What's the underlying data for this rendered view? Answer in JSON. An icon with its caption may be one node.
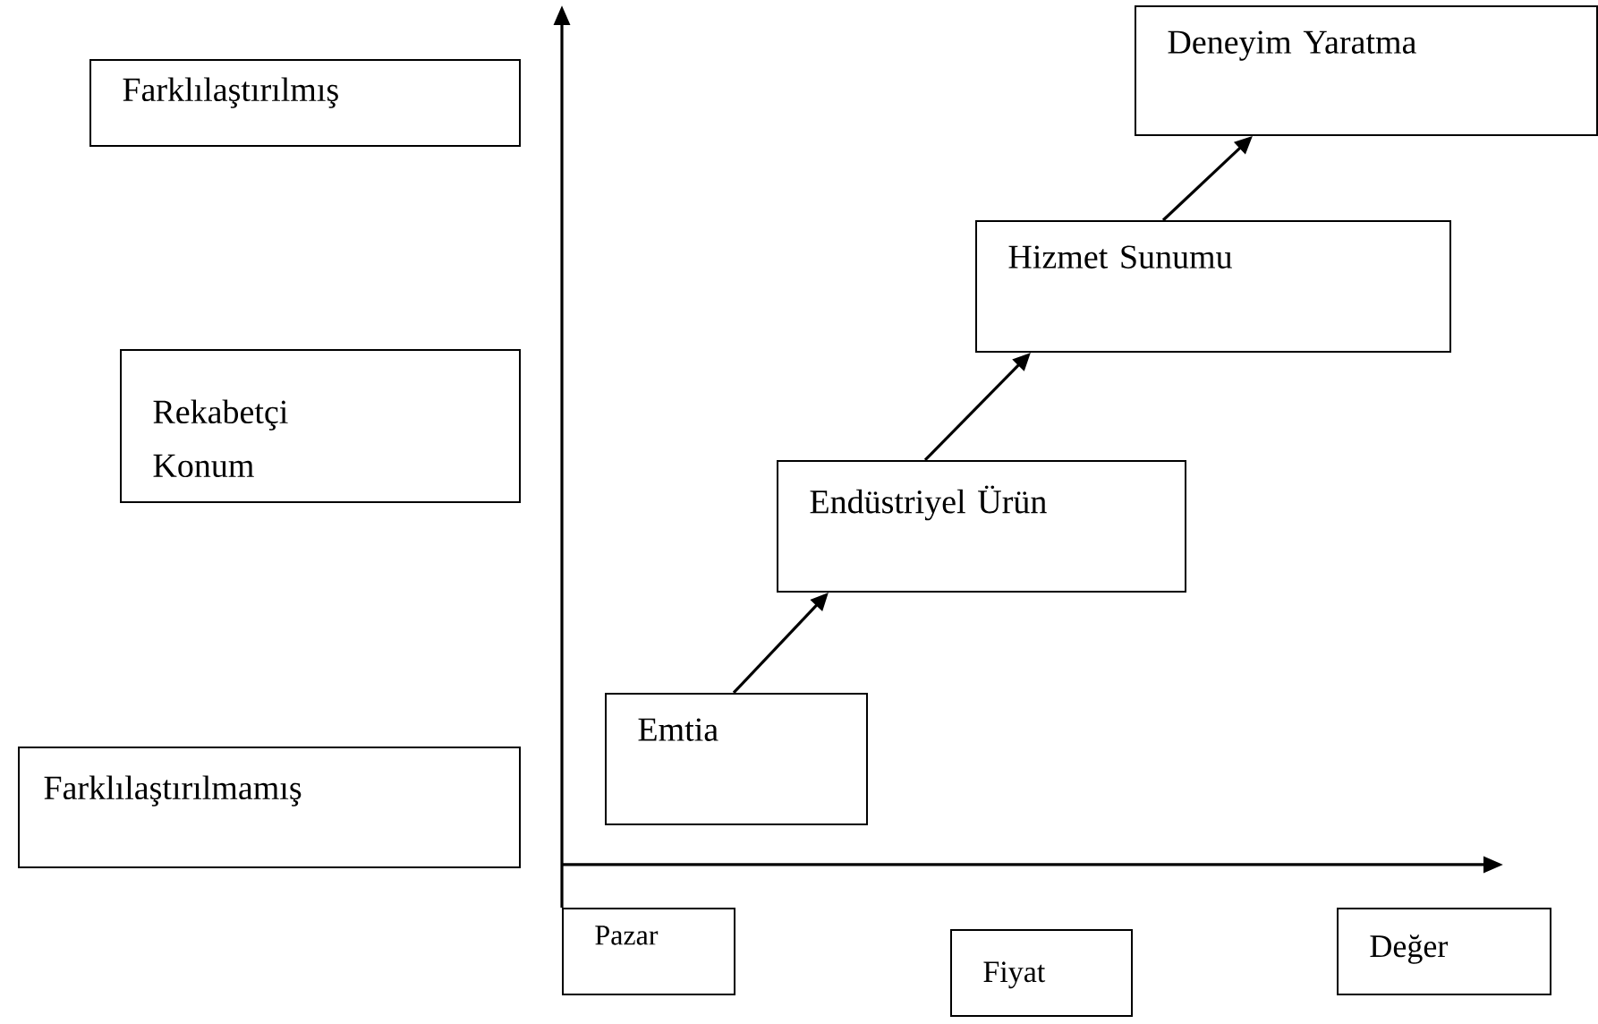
{
  "diagram": {
    "nodes": [
      {
        "text": [
          "Farklılaştırılmış"
        ]
      },
      {
        "text": [
          "Rekabetçi Konum"
        ]
      },
      {
        "text": [
          "Farklılaştırılmamış"
        ]
      },
      {
        "text": [
          "Deneyim Yaratma"
        ]
      },
      {
        "text": [
          "Hizmet Sunumu"
        ]
      },
      {
        "text": [
          "Endüstriyel Ürün"
        ]
      },
      {
        "text": [
          "Emtia"
        ]
      },
      {
        "text": [
          "Pazar"
        ]
      },
      {
        "text": [
          "Fiyat"
        ]
      },
      {
        "text": [
          "Değer"
        ]
      }
    ],
    "edges": [
      {
        "from": 6,
        "to": 5,
        "arrow": "to"
      },
      {
        "from": 5,
        "to": 4,
        "arrow": "to"
      },
      {
        "from": 4,
        "to": 3,
        "arrow": "to"
      }
    ]
  }
}
